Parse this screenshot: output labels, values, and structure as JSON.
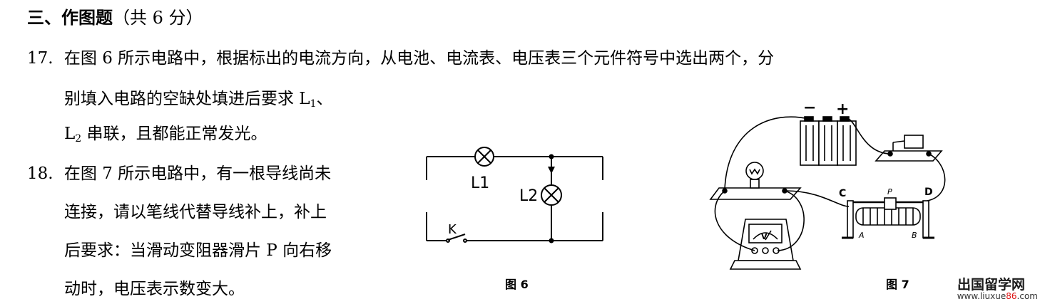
{
  "section": {
    "title": "三、作图题",
    "score": "（共 6 分）"
  },
  "q17": {
    "number": "17.",
    "line1": "在图 6 所示电路中，根据标出的电流方向，从电池、电流表、电压表三个元件符号中选出两个，分",
    "line2_pre": "别填入电路的空缺处填进后要求 L",
    "line2_sub": "1",
    "line2_post": "、",
    "line3_pre": "L",
    "line3_sub": "2",
    "line3_post": " 串联，且都能正常发光。"
  },
  "q18": {
    "number": "18.",
    "line1": "在图 7 所示电路中，有一根导线尚未",
    "line2": "连接，请以笔线代替导线补上，补上",
    "line3": "后要求：当滑动变阻器滑片 P 向右移",
    "line4": "动时，电压表示数变大。"
  },
  "fig6": {
    "caption": "图 6",
    "lamp1_label": "L1",
    "lamp2_label": "L2",
    "switch_label": "K"
  },
  "fig7": {
    "caption": "图 7",
    "battery_minus": "−",
    "battery_plus": "+",
    "rheostat_c": "C",
    "rheostat_p": "P",
    "rheostat_d": "D",
    "rheostat_a": "A",
    "rheostat_b": "B",
    "voltmeter_v": "V"
  },
  "watermark": {
    "brand": "出国留学网",
    "url_pre": "www.liuxue",
    "url_num": "86",
    "url_post": ".com"
  }
}
